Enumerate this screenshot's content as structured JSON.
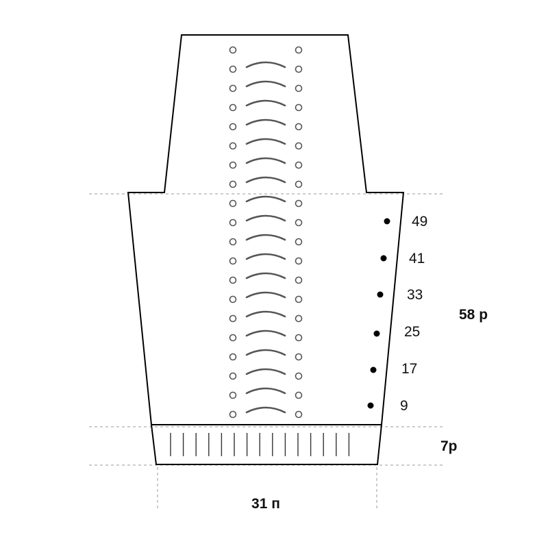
{
  "colors": {
    "outline": "#000000",
    "guide": "#9a9a9a",
    "arc": "#555555",
    "eyelet": "#555555",
    "rib": "#333333",
    "marker": "#000000"
  },
  "measurements": {
    "body_rows": "58 р",
    "cuff_rows": "7р",
    "width_stitches": "31 п"
  },
  "increase_rows": [
    "49",
    "41",
    "33",
    "25",
    "17",
    "9"
  ],
  "pattern": {
    "eyelet_rows": 20,
    "cable_rows": 19,
    "rib_count": 15
  }
}
